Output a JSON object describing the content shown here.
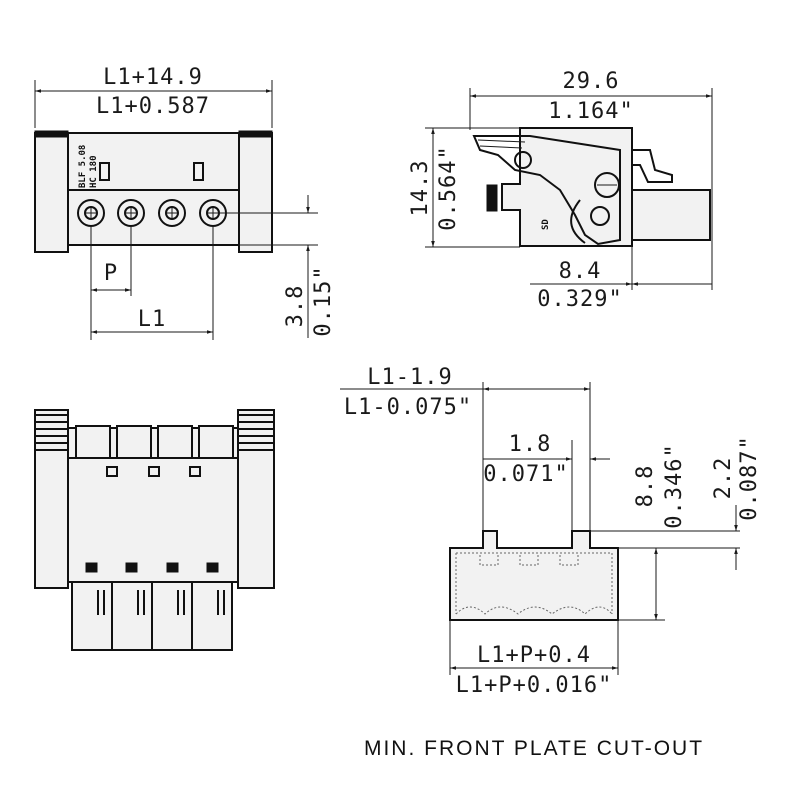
{
  "top_left": {
    "overall_mm": "L1+14.9",
    "overall_in": "L1+0.587",
    "pitch": "P",
    "length": "L1",
    "height_mm": "3.8",
    "height_in": "0.15\"",
    "marking_line1": "BLF 5.08",
    "marking_line2": "HC 180"
  },
  "top_right": {
    "width_mm": "29.6",
    "width_in": "1.164\"",
    "height_mm": "14.3",
    "height_in": "0.564\"",
    "depth_mm": "8.4",
    "depth_in": "0.329\"",
    "marking": "SD"
  },
  "cutout": {
    "offset_mm": "L1-1.9",
    "offset_in": "L1-0.075\"",
    "notch_mm": "1.8",
    "notch_in": "0.071\"",
    "height_mm": "8.8",
    "height_in": "0.346\"",
    "notch_h_mm": "2.2",
    "notch_h_in": "0.087\"",
    "width_mm": "L1+P+0.4",
    "width_in": "L1+P+0.016\"",
    "caption": "MIN. FRONT PLATE CUT-OUT"
  }
}
